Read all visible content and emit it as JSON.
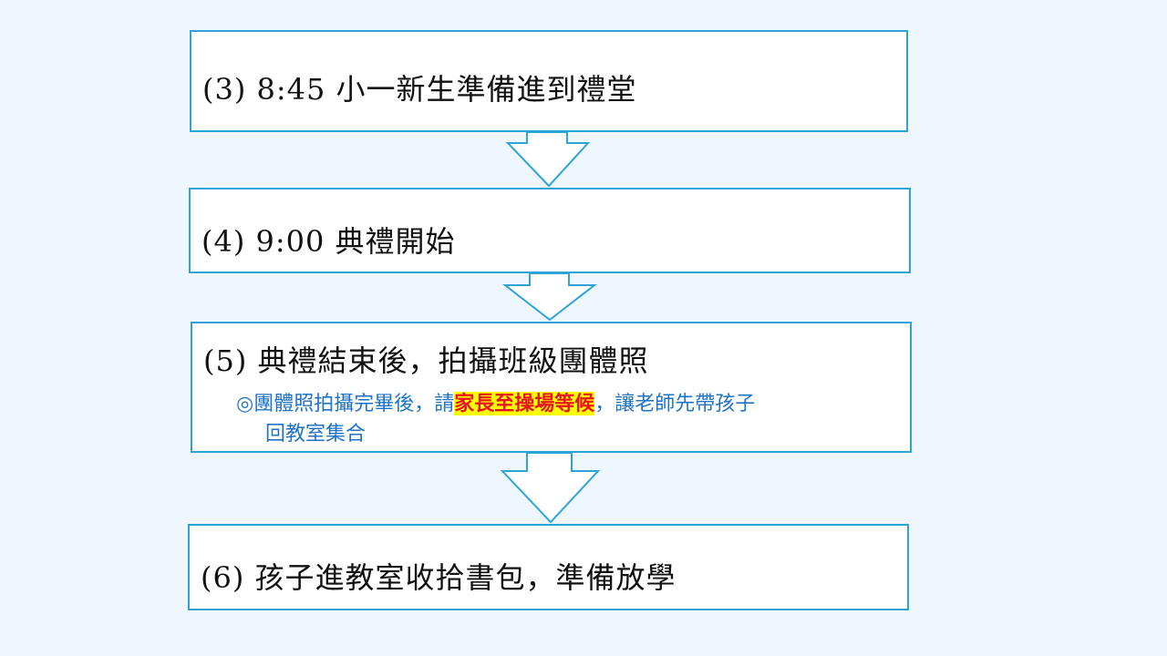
{
  "steps": [
    {
      "id": "3",
      "title": "(3) 8:45 小一新生準備進到禮堂"
    },
    {
      "id": "4",
      "title": "(4) 9:00 典禮開始"
    },
    {
      "id": "5",
      "title": "(5) 典禮結束後，拍攝班級團體照",
      "note": {
        "symbol": "◎",
        "before": "團體照拍攝完畢後，請",
        "highlight": "家長至操場等候",
        "after": "，讓老師先帶孩子",
        "line2": "回教室集合"
      }
    },
    {
      "id": "6",
      "title": "(6) 孩子進教室收拾書包，準備放學"
    }
  ],
  "colors": {
    "background": "#eef7fd",
    "box_border": "#2ea3d8",
    "arrow_stroke": "#2ea3d8",
    "note_text": "#1f73c6",
    "highlight_bg": "#ffff00",
    "highlight_text": "#e8141d"
  }
}
